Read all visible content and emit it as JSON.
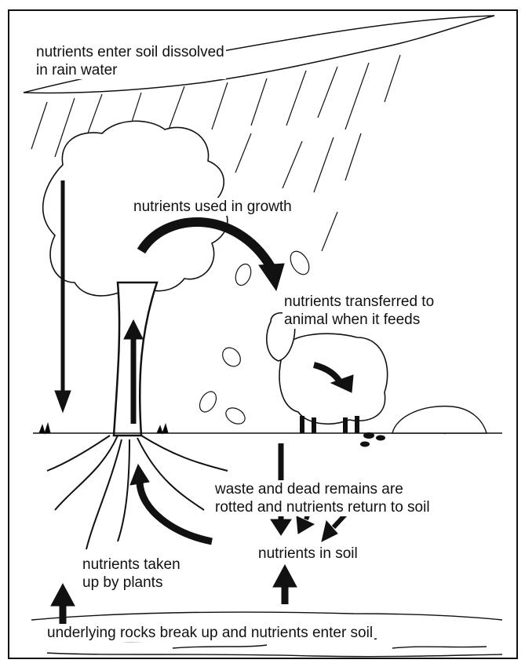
{
  "labels": {
    "rain": "nutrients enter soil dissolved\nin rain water",
    "growth": "nutrients used in growth",
    "transfer": "nutrients transferred to\n    animal when it feeds",
    "decay": "waste and dead remains are\nrotted and nutrients return to soil",
    "uptake": "nutrients taken\nup by plants",
    "soil": "nutrients in soil",
    "rocks": "underlying rocks break up and nutrients enter soil"
  },
  "colors": {
    "ink": "#111111",
    "paper": "#ffffff"
  }
}
